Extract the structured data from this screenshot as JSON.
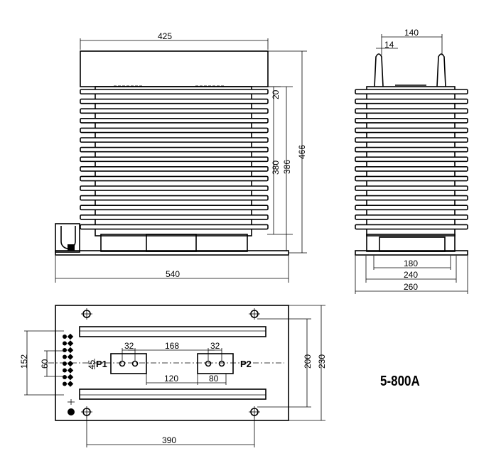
{
  "model": "5-800A",
  "front_view": {
    "width_top": "425",
    "height_small": "20",
    "height_core": "380",
    "height_body": "386",
    "height_total": "466",
    "base_width": "540"
  },
  "side_view": {
    "terminal_spacing": "140",
    "terminal_width": "14",
    "base_inner": "180",
    "base_mid": "240",
    "base_outer": "260"
  },
  "plan_view": {
    "hole_spacing_1": "32",
    "hole_spacing_2": "32",
    "terminal_spacing": "168",
    "terminal_height": "45",
    "p1_label": "P1",
    "p2_label": "P2",
    "gap_120": "120",
    "gap_80": "80",
    "height_200": "200",
    "height_230": "230",
    "left_152": "152",
    "left_60": "60",
    "mount_spacing": "390"
  }
}
